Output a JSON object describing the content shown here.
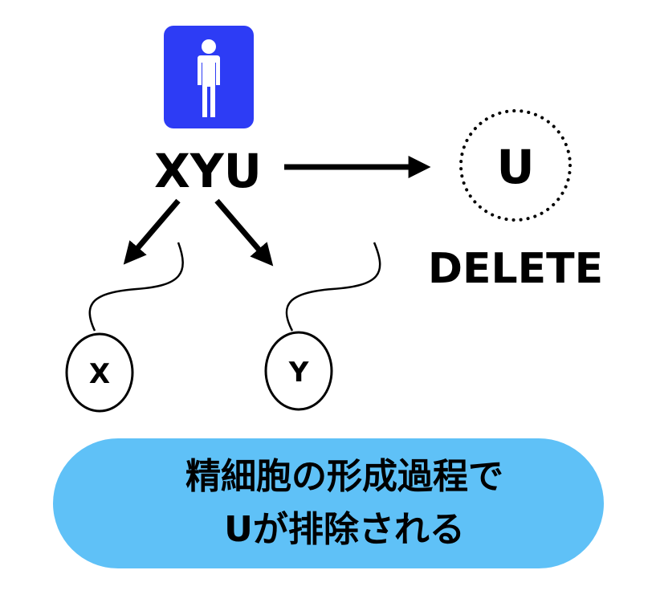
{
  "colors": {
    "icon_bg": "#2d3cf5",
    "caption_bg": "#5fc1f7",
    "ink": "#000000"
  },
  "person_icon": {
    "name": "male-person-icon"
  },
  "parent_label": "XYU",
  "deleted_label": "U",
  "delete_caption": "DELETE",
  "child_x_label": "X",
  "child_y_label": "Y",
  "caption": {
    "line1": "精細胞の形成過程で",
    "line2": "Uが排除される"
  }
}
